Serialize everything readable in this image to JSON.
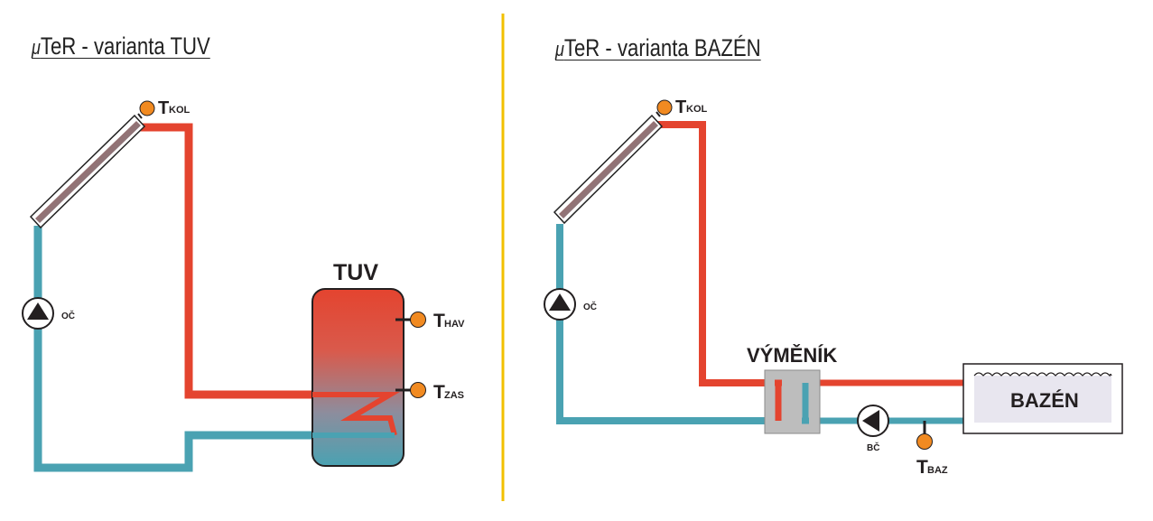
{
  "colors": {
    "hot": "#e4442f",
    "cold": "#4aa2b2",
    "sensor": "#f18a21",
    "divider": "#f2c000",
    "exchanger": "#bdbdbd",
    "pool_water": "#e8e6ef",
    "text": "#231f20"
  },
  "left": {
    "title_mu": "μ",
    "title_rest": "TeR - varianta TUV",
    "tank_label": "TUV",
    "sensor_kol": {
      "main": "T",
      "sub": "KOL"
    },
    "sensor_hav": {
      "main": "T",
      "sub": "HAV"
    },
    "sensor_zas": {
      "main": "T",
      "sub": "ZAS"
    },
    "pump_label": "OČ"
  },
  "right": {
    "title_mu": "μ",
    "title_rest": "TeR - varianta BAZÉN",
    "exchanger_label": "VÝMĚNÍK",
    "pool_label": "BAZÉN",
    "sensor_kol": {
      "main": "T",
      "sub": "KOL"
    },
    "sensor_baz": {
      "main": "T",
      "sub": "BAZ"
    },
    "pump_oc_label": "OČ",
    "pump_bc_label": "BČ"
  }
}
